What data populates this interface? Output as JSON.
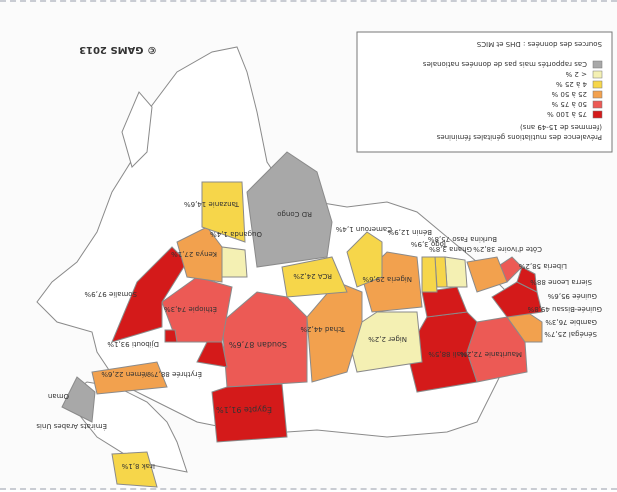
{
  "map": {
    "copyright": "© GAMS 2013",
    "legend": {
      "title_line1": "Prévalence des mutilations génitales féminines",
      "title_line2": "(femmes de 15-49 ans)",
      "items": [
        {
          "label": "75 à 100 %",
          "color": "#d41a1a"
        },
        {
          "label": "50 à 75 %",
          "color": "#ec5a55"
        },
        {
          "label": "25 à 50 %",
          "color": "#f2a14e"
        },
        {
          "label": "4 à 25 %",
          "color": "#f6d64a"
        },
        {
          "label": "< 2 %",
          "color": "#f4f0b3"
        },
        {
          "label": "Cas rapportés mais pas de données nationales",
          "color": "#a8a8a8"
        }
      ],
      "source": "Sources des données : DHS et MICS"
    },
    "countries": [
      {
        "name": "Égypte",
        "value": "91,1%"
      },
      {
        "name": "Soudan",
        "value": "87,6%"
      },
      {
        "name": "Érythrée",
        "value": "88,7%"
      },
      {
        "name": "Djibouti",
        "value": "93,1%"
      },
      {
        "name": "Somalie",
        "value": "97,9%"
      },
      {
        "name": "Éthiopie",
        "value": "74,3%"
      },
      {
        "name": "Kenya",
        "value": "27,1%"
      },
      {
        "name": "Tanzanie",
        "value": "14,6%"
      },
      {
        "name": "Ouganda",
        "value": "1,4%"
      },
      {
        "name": "RD Congo",
        "value": ""
      },
      {
        "name": "Cameroun",
        "value": "1,4%"
      },
      {
        "name": "Nigeria",
        "value": "29,6%"
      },
      {
        "name": "Niger",
        "value": "2,2%"
      },
      {
        "name": "Tchad",
        "value": "44,2%"
      },
      {
        "name": "RCA",
        "value": "24,2%"
      },
      {
        "name": "Mali",
        "value": "88,5%"
      },
      {
        "name": "Mauritanie",
        "value": "72,2%"
      },
      {
        "name": "Sénégal",
        "value": "25,7%"
      },
      {
        "name": "Gambie",
        "value": "76,3%"
      },
      {
        "name": "Guinée-Bissau",
        "value": "49,8%"
      },
      {
        "name": "Guinée",
        "value": "95,6%"
      },
      {
        "name": "Sierra Leone",
        "value": "88%"
      },
      {
        "name": "Liberia",
        "value": "58,2%"
      },
      {
        "name": "Côte d'Ivoire",
        "value": "38,2%"
      },
      {
        "name": "Burkina Faso",
        "value": "75,8%"
      },
      {
        "name": "Ghana",
        "value": "3,8%"
      },
      {
        "name": "Togo",
        "value": "3,9%"
      },
      {
        "name": "Bénin",
        "value": "12,9%"
      },
      {
        "name": "Yémen",
        "value": "22,6%"
      },
      {
        "name": "Irak",
        "value": "8,1%"
      },
      {
        "name": "Oman",
        "value": ""
      },
      {
        "name": "Émirats Arabes Unis",
        "value": ""
      }
    ]
  }
}
